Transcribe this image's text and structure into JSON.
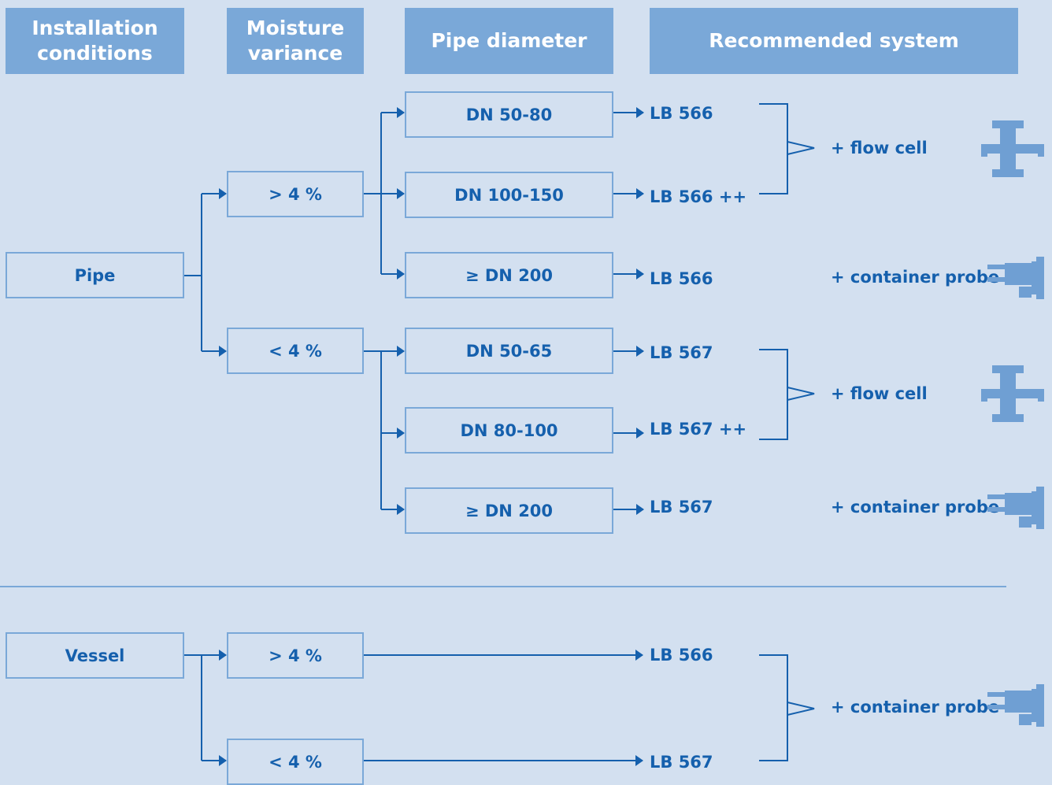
{
  "headers": {
    "installation": [
      "Installation",
      "conditions"
    ],
    "moisture": [
      "Moisture",
      "variance"
    ],
    "diameter": "Pipe diameter",
    "system": "Recommended system"
  },
  "pipe": {
    "label": "Pipe",
    "high_moisture": "> 4 %",
    "low_moisture": "< 4 %",
    "high_diameters": [
      "DN 50-80",
      "DN 100-150",
      "≥ DN 200"
    ],
    "low_diameters": [
      "DN 50-65",
      "DN 80-100",
      "≥ DN 200"
    ],
    "high_systems": [
      "LB 566",
      "LB 566 ++",
      "LB 566"
    ],
    "low_systems": [
      "LB 567",
      "LB 567 ++",
      "LB 567"
    ],
    "high_accessories": [
      "+ flow cell",
      "+ container probe"
    ],
    "low_accessories": [
      "+ flow cell",
      "+ container probe"
    ]
  },
  "vessel": {
    "label": "Vessel",
    "high_moisture": "> 4 %",
    "low_moisture": "< 4 %",
    "systems": [
      "LB 566",
      "LB 567"
    ],
    "accessory": "+ container probe"
  },
  "colors": {
    "background": "#d3e0f0",
    "header": "#7aa8d8",
    "line": "#1560ad",
    "text": "#1560ad",
    "icon": "#6f9fd3"
  }
}
